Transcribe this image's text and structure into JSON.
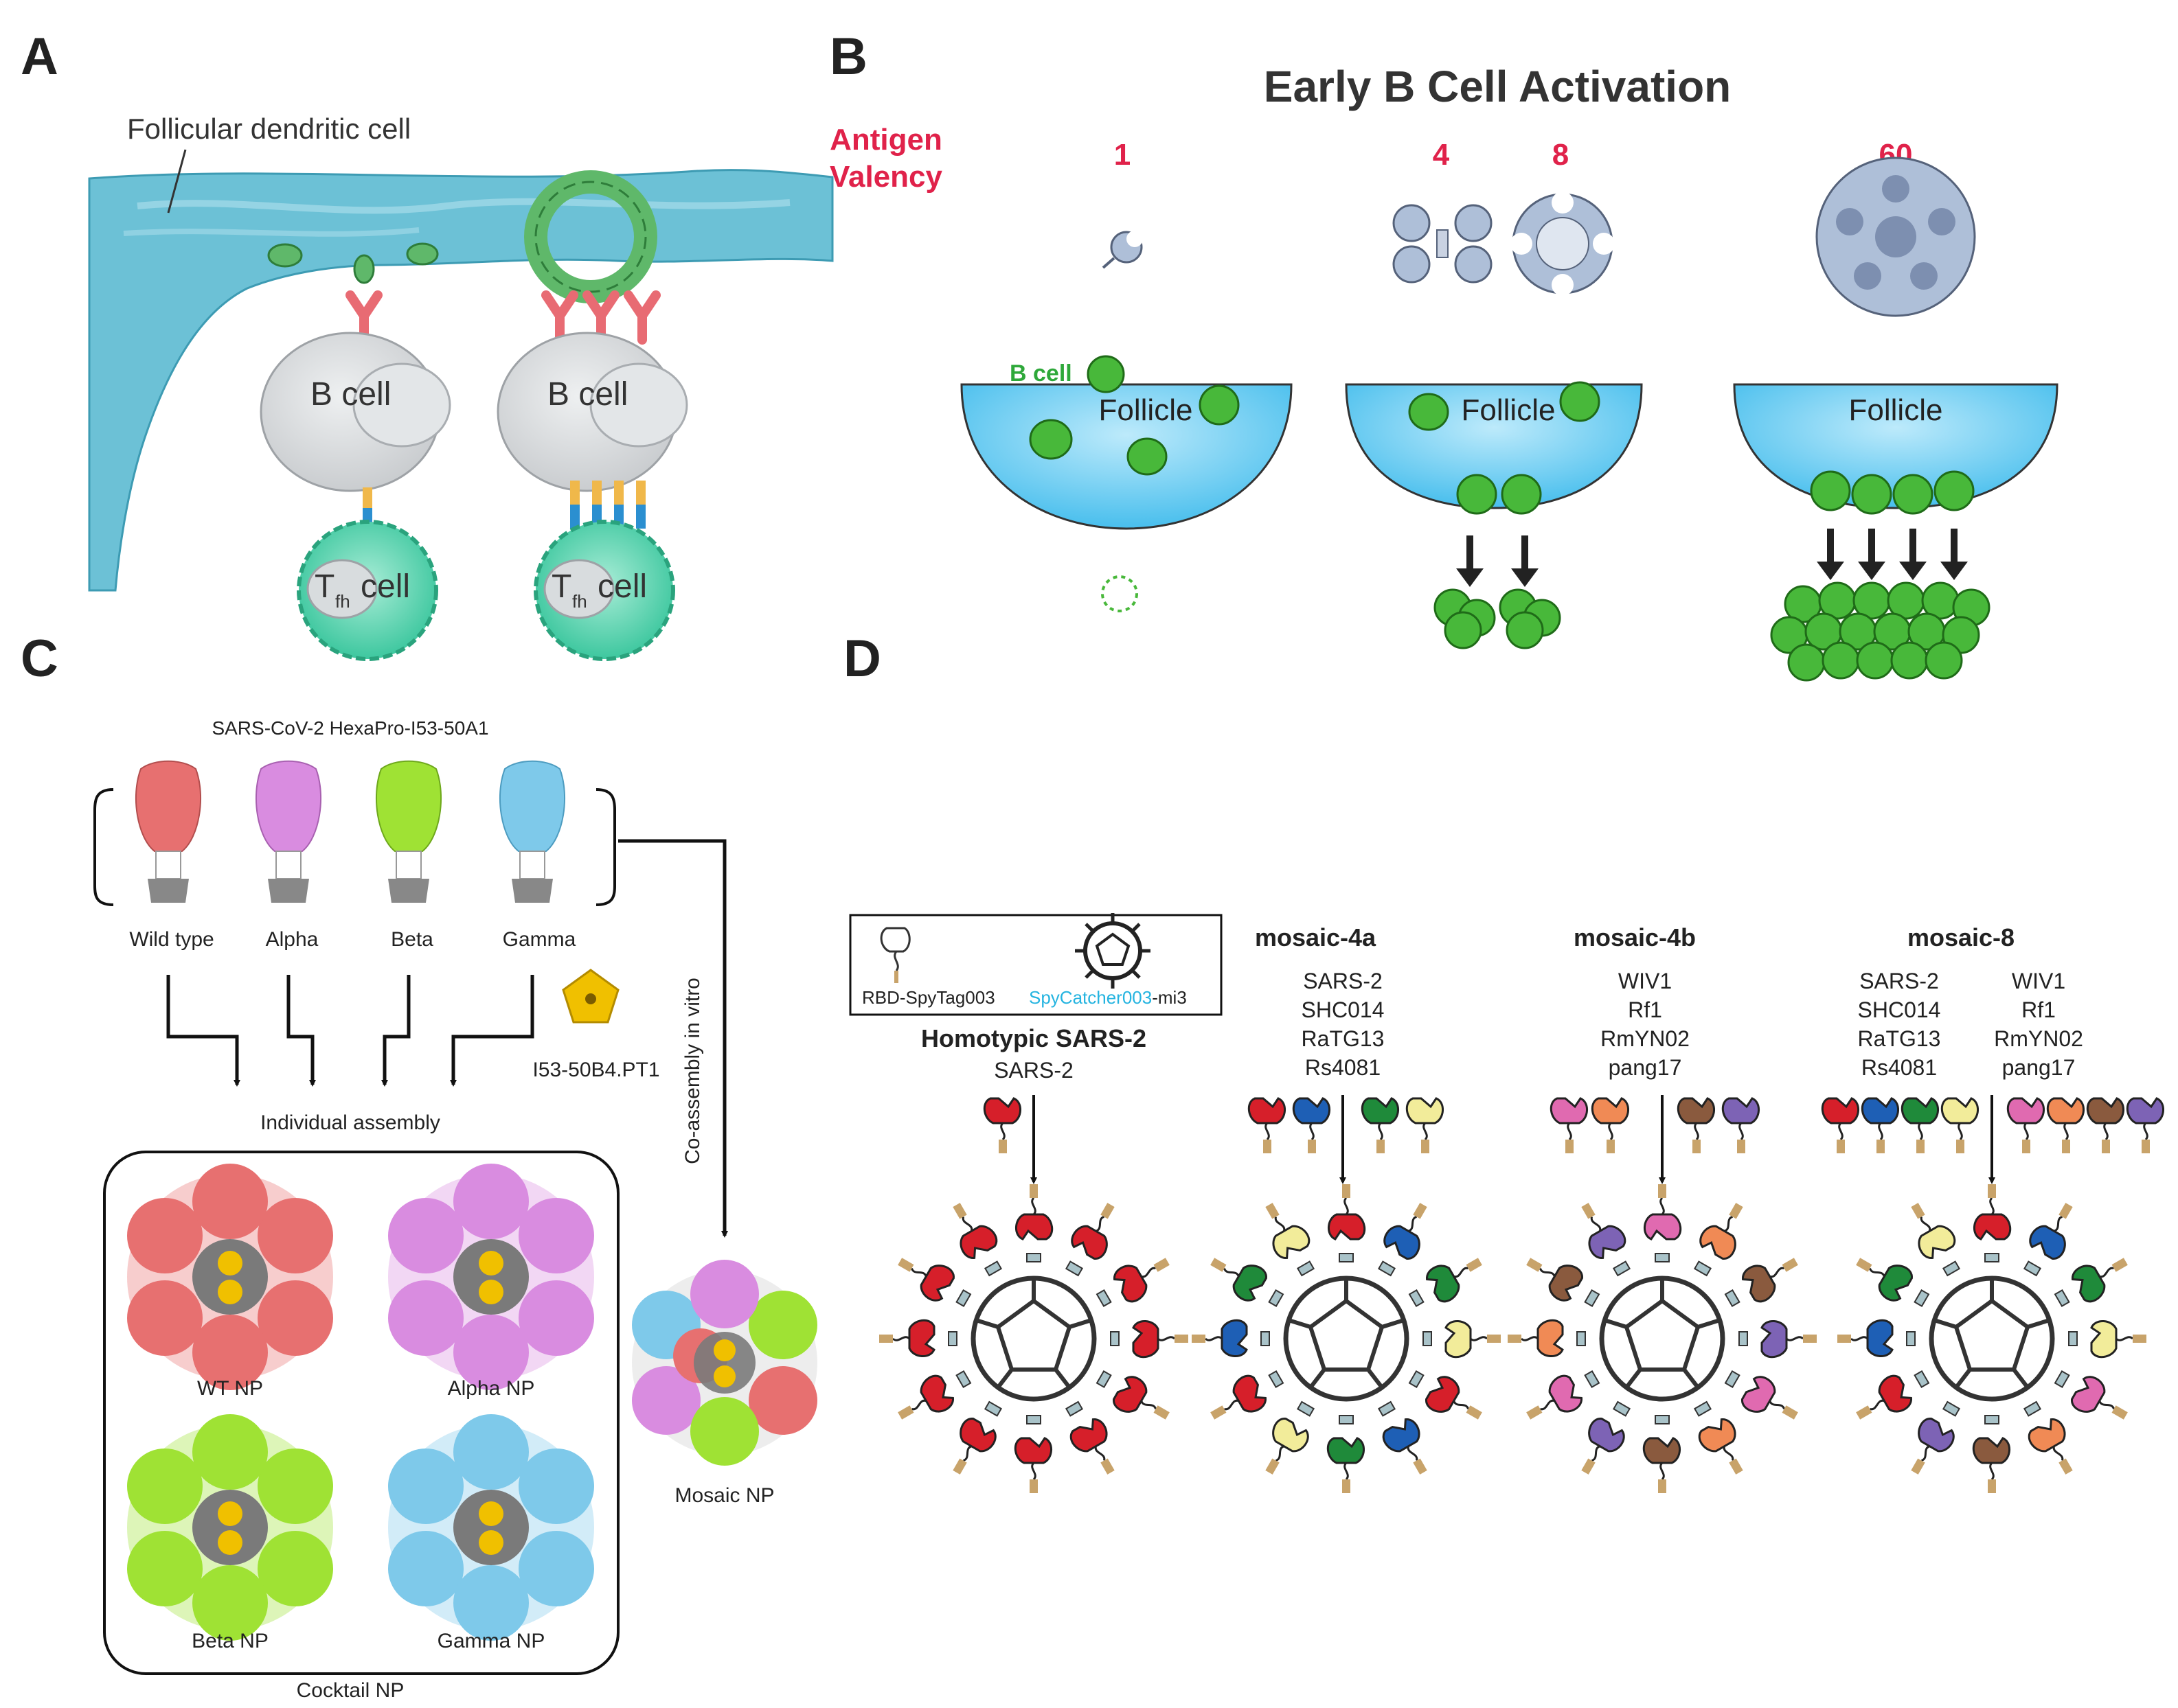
{
  "panels": {
    "a": "A",
    "b": "B",
    "c": "C",
    "d": "D"
  },
  "panel_a": {
    "fdc_label": "Follicular dendritic cell",
    "bcell": "B cell",
    "tfh_T": "T",
    "tfh_sub": "fh",
    "tfh_cell": "cell"
  },
  "panel_b": {
    "title": "Early B Cell Activation",
    "valency_line1": "Antigen",
    "valency_line2": "Valency",
    "valencies": [
      "1",
      "4",
      "8",
      "60"
    ],
    "bcell_label": "B cell",
    "follicle": "Follicle"
  },
  "panel_c": {
    "header": "SARS-CoV-2 HexaPro-I53-50A1",
    "variants": [
      "Wild type",
      "Alpha",
      "Beta",
      "Gamma"
    ],
    "pentamer": "I53-50B4.PT1",
    "individual": "Individual assembly",
    "coassembly": "Co-assembly in vitro",
    "nps": [
      "WT NP",
      "Alpha NP",
      "Beta NP",
      "Gamma NP"
    ],
    "mosaic": "Mosaic NP",
    "cocktail": "Cocktail  NP"
  },
  "panel_d": {
    "legend_rbd": "RBD-SpyTag003",
    "legend_spy": "SpyCatcher003",
    "legend_mi3": "-mi3",
    "homotypic_title": "Homotypic SARS-2",
    "homotypic_list": [
      "SARS-2"
    ],
    "m4a_title": "mosaic-4a",
    "m4a_list": [
      "SARS-2",
      "SHC014",
      "RaTG13",
      "Rs4081"
    ],
    "m4b_title": "mosaic-4b",
    "m4b_list": [
      "WIV1",
      "Rf1",
      "RmYN02",
      "pang17"
    ],
    "m8_title": "mosaic-8",
    "m8_list_left": [
      "SARS-2",
      "SHC014",
      "RaTG13",
      "Rs4081"
    ],
    "m8_list_right": [
      "WIV1",
      "Rf1",
      "RmYN02",
      "pang17"
    ]
  },
  "colors": {
    "fdc": "#6cc1d6",
    "antigen_green": "#5fb86a",
    "antibody": "#e86b73",
    "bcell": "#d9dbdd",
    "tfh": "#5dcfa9",
    "valency_red": "#e0224a",
    "follicle": "#4dc3ef",
    "follicle_cell": "#48b83a",
    "wt": "#e77070",
    "alpha": "#d98ce0",
    "beta": "#9fe234",
    "gamma": "#7ec9ea",
    "pentamer": "#f0c000",
    "sars2": "#d61f2a",
    "shc014": "#1e5fb5",
    "ratg13": "#1f8a3a",
    "rs4081": "#f2ec9a",
    "wiv1": "#e06ab0",
    "rf1": "#f08a55",
    "rmyn02": "#8a5a3e",
    "pang17": "#7d63b5",
    "spycatcher_text": "#25b4e0"
  }
}
